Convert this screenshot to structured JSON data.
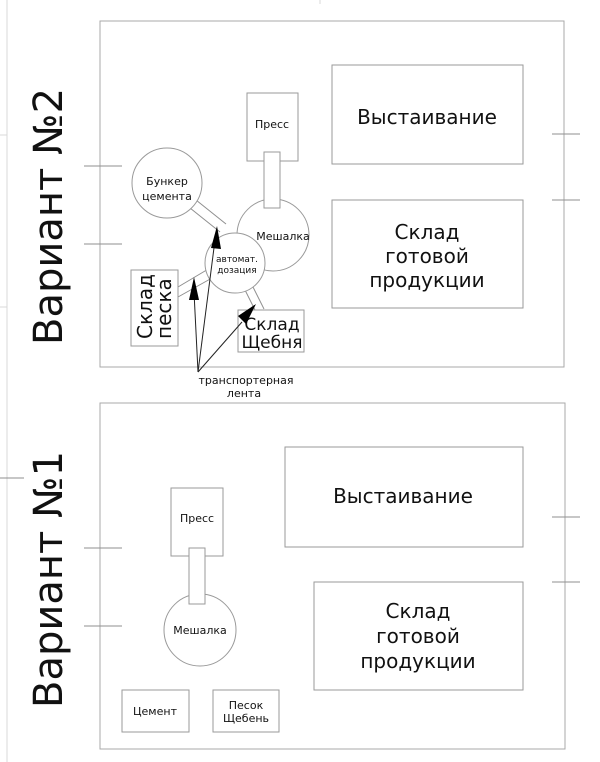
{
  "variant2": {
    "title": "Вариант №2",
    "curing_label": "Выстаивание",
    "warehouse_lines": [
      "Склад",
      "готовой",
      "продукции"
    ],
    "press_label": "Пресс",
    "mixer_label": "Мешалка",
    "cement_bunker_lines": [
      "Бункер",
      "цемента"
    ],
    "auto_dosing_lines": [
      "автомат.",
      "дозация"
    ],
    "sand_storage_lines": [
      "Склад",
      "песка"
    ],
    "gravel_storage_lines": [
      "Склад",
      "Щебня"
    ],
    "conveyor_lines": [
      "транспортерная",
      "лента"
    ]
  },
  "variant1": {
    "title": "Вариант №1",
    "curing_label": "Выстаивание",
    "warehouse_lines": [
      "Склад",
      "готовой",
      "продукции"
    ],
    "press_label": "Пресс",
    "mixer_label": "Мешалка",
    "cement_label": "Цемент",
    "sand_gravel_lines": [
      "Песок",
      "Щебень"
    ]
  }
}
